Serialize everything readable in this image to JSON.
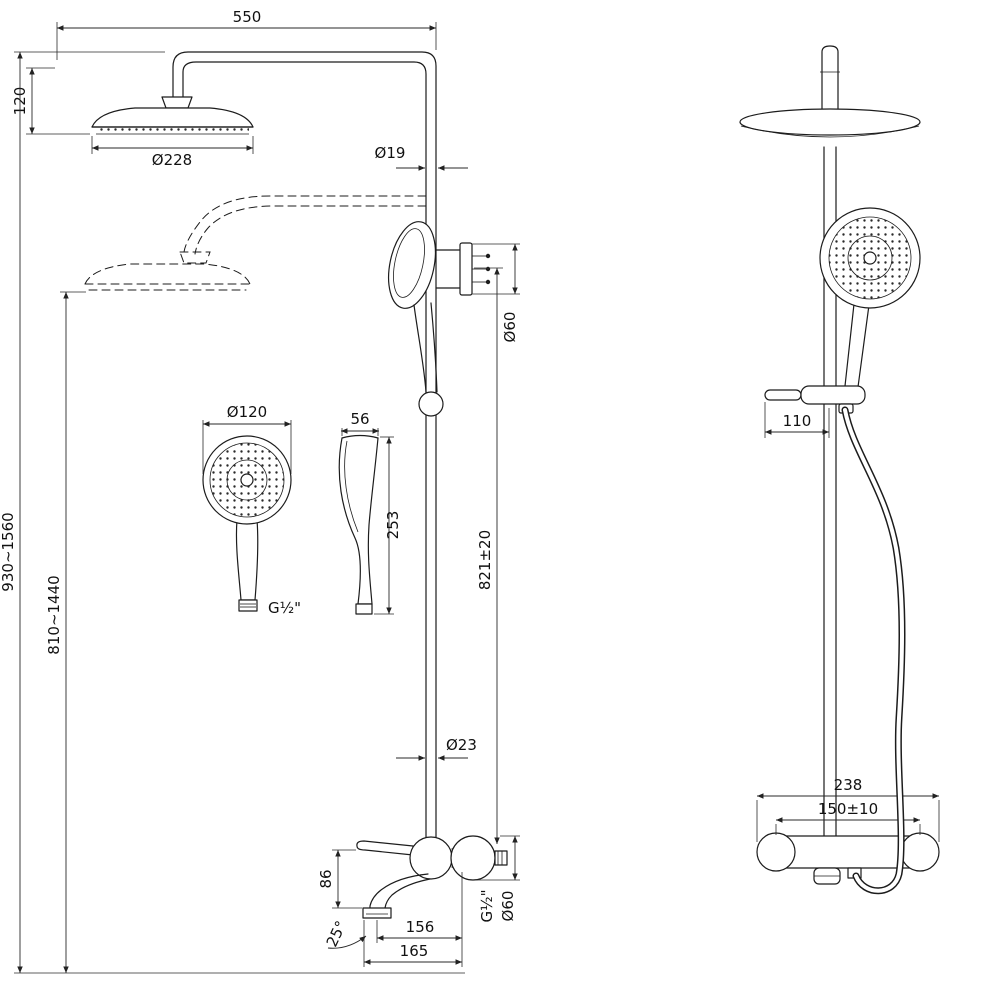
{
  "side": {
    "arm_reach": "550",
    "head_drop": "120",
    "head_dia": "Ø228",
    "pipe_dia": "Ø19",
    "holder_dia": "Ø60",
    "overall_height": "930~1560",
    "adjust_height": "810~1440",
    "hand_dia": "Ø120",
    "hand_width": "56",
    "hand_length": "253",
    "hand_thread": "G½\"",
    "riser_length": "821±20",
    "lower_pipe_dia": "Ø23",
    "spout_drop": "86",
    "spout_angle": "25°",
    "spout_reach": "156",
    "spout_overall": "165",
    "outlet_thread": "G½\"",
    "flange_dia": "Ø60"
  },
  "front": {
    "holder_offset": "110",
    "mixer_width": "238",
    "inlet_centers": "150±10"
  }
}
